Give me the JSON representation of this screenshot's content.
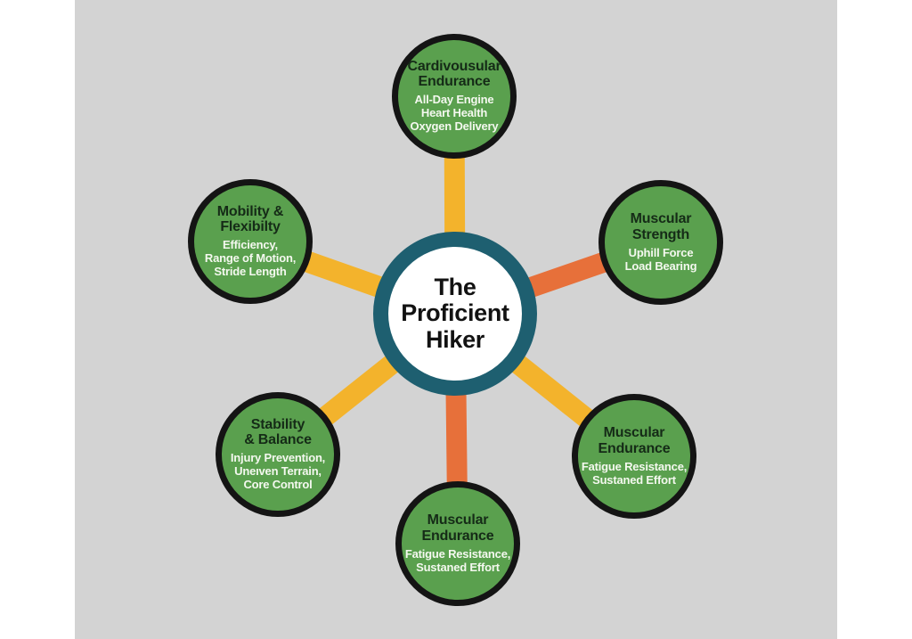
{
  "diagram": {
    "type": "hub-and-spoke",
    "background_color": "#d3d3d3",
    "page_margin_color": "#ffffff",
    "node_fill_color": "#5aa04e",
    "node_border_color": "#141414",
    "node_title_color": "#152b17",
    "node_detail_color": "#f4f8ef",
    "spoke_yellow": "#f3b32c",
    "spoke_orange": "#e7703a"
  },
  "hub": {
    "title_lines": [
      "The",
      "Proficient",
      "Hiker"
    ],
    "ring_color": "#1e5f70",
    "fill_color": "#ffffff",
    "text_color": "#121212"
  },
  "nodes": [
    {
      "id": "cardiovascular-endurance",
      "title_lines": [
        "Cardivousular",
        "Endurance"
      ],
      "detail_lines": [
        "All-Day Engine",
        "Heart Health",
        "Oxygen Delivery"
      ],
      "spoke_color": "#f3b32c"
    },
    {
      "id": "muscular-strength",
      "title_lines": [
        "Muscular",
        "Strength"
      ],
      "detail_lines": [
        "Uphill Force",
        "Load Bearing"
      ],
      "spoke_color": "#e7703a"
    },
    {
      "id": "muscular-endurance-right",
      "title_lines": [
        "Muscular",
        "Endurance"
      ],
      "detail_lines": [
        "Fatigue Resistance,",
        "Sustaned Effort"
      ],
      "spoke_color": "#f3b32c"
    },
    {
      "id": "muscular-endurance-bottom",
      "title_lines": [
        "Muscular",
        "Endurance"
      ],
      "detail_lines": [
        "Fatigue Resistance,",
        "Sustaned Effort"
      ],
      "spoke_color": "#e7703a"
    },
    {
      "id": "stability-balance",
      "title_lines": [
        "Stability",
        "& Balance"
      ],
      "detail_lines": [
        "Injury Prevention,",
        "Uneıven Terrain,",
        "Core Control"
      ],
      "spoke_color": "#f3b32c"
    },
    {
      "id": "mobility-flexibility",
      "title_lines": [
        "Mobility &",
        "Flexibilty"
      ],
      "detail_lines": [
        "Efficiency,",
        "Range of Motion,",
        "Stride Length"
      ],
      "spoke_color": "#f3b32c"
    }
  ]
}
